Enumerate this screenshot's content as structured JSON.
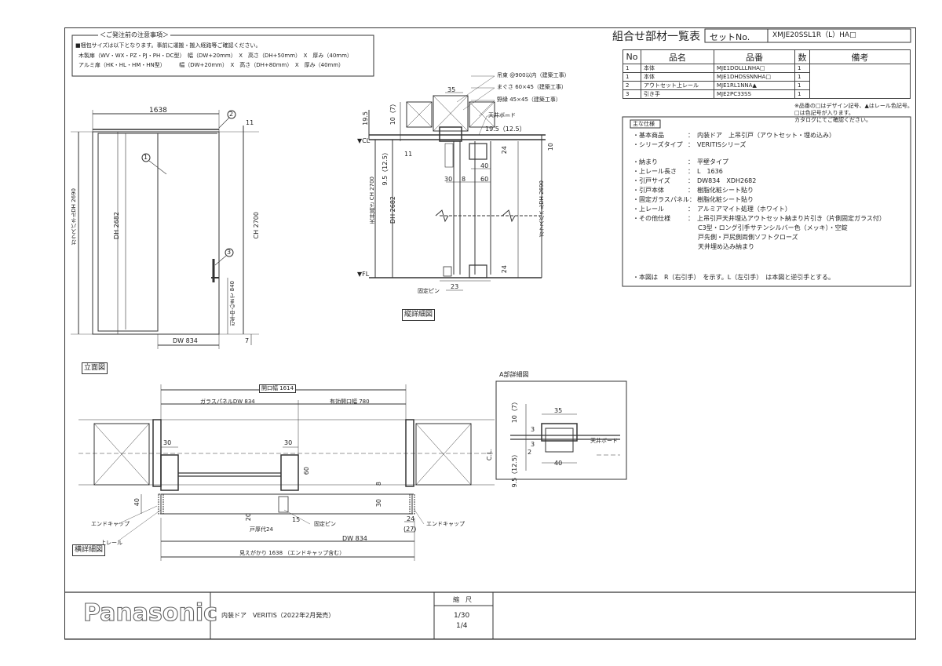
{
  "notice": {
    "header": "＜ご発注前の注意事項＞",
    "line1": "■梱包サイズは以下となります。事前に運搬・搬入経路等ご確認ください。",
    "line2": "木製扉（WV・WX・PZ・PJ・PH・DC型）　幅（DW+20mm）　X　高さ（DH+50mm）　X　厚み（40mm）",
    "line3": "アルミ扉（HK・HL・HM・HN型）　　　幅（DW+20mm）　X　高さ（DH+80mm）　X　厚み（40mm）"
  },
  "parts_header": {
    "title": "組合せ部材一覧表",
    "set_label": "セットNo.",
    "set_no": "XMJE20SSL1R（L）HA□"
  },
  "parts_table": {
    "columns": [
      "No",
      "品名",
      "品番",
      "数",
      "備考"
    ],
    "rows": [
      {
        "no": "1",
        "name": "本体",
        "code": "MJE1DOLLLNHA□",
        "qty": "1"
      },
      {
        "no": "1",
        "name": "本体",
        "code": "MJE1DHDSSNNHA□",
        "qty": "1"
      },
      {
        "no": "2",
        "name": "アウトセット上レール",
        "code": "MJE1RL1NNA▲",
        "qty": "1"
      },
      {
        "no": "3",
        "name": "引き手",
        "code": "MJE2PC33SS",
        "qty": "1"
      }
    ],
    "remark": "※品番の□はデザイン記号、▲はレール色記号。\n□は色記号が入ります。\nカタログにてご確認ください。"
  },
  "spec": {
    "heading": "主な仕様",
    "items": [
      {
        "label": "・基本商品",
        "value": "：　内装ドア　上吊引戸（アウトセット・埋め込み）"
      },
      {
        "label": "・シリーズタイプ",
        "value": "：　VERITISシリーズ"
      },
      {
        "label": "・納まり",
        "value": "：　平壁タイプ"
      },
      {
        "label": "・上レール長さ",
        "value": "：　L　1636"
      },
      {
        "label": "・引戸サイズ",
        "value": "：　DW834　XDH2682"
      },
      {
        "label": "・引戸本体",
        "value": "：　樹脂化粧シート貼り"
      },
      {
        "label": "・固定ガラスパネル：",
        "value": "樹脂化粧シート貼り"
      },
      {
        "label": "・上レール",
        "value": "：　アルミアマイト処理（ホワイト）"
      },
      {
        "label": "・その他仕様",
        "value": "：　上吊引戸天井埋込アウトセット納まり片引き（片側固定ガラス付）"
      }
    ],
    "extra": [
      "C3型・ロング引手サテンシルバー色（メッキ）・空錠",
      "戸先側・戸尻側両側ソフトクローズ",
      "天井埋め込み納まり"
    ],
    "note": "・本図は　R（右引手）　を示す。L（左引手）　は本図と逆引手とする。"
  },
  "elevation": {
    "label": "立面図",
    "dim_top": "1638",
    "dim_11": "11",
    "dim_dh": "DH 2682",
    "dim_ch": "CH 2700",
    "dim_glass": "ガラスパネルDH 2690",
    "dim_dw": "DW 834",
    "dim_7": "7",
    "dim_handle": "引手中心まで 840",
    "callouts": [
      "1",
      "2",
      "3"
    ]
  },
  "vertical": {
    "label": "縦詳細図",
    "notes": [
      "吊束 @900以内（建築工事）",
      "まぐさ 60×45（建築工事）",
      "野縁 45×45（建築工事）",
      "天井ボード"
    ],
    "dims": [
      "35",
      "19.5",
      "19.5（12.5）",
      "10（7）",
      "9.5（12.5）",
      "11",
      "40",
      "30",
      "8",
      "60",
      "24",
      "DH 2682",
      "天井高さ CH 2700",
      "ガラスパネルDH 2690",
      "10",
      "23",
      "24"
    ],
    "cl": "▼CL",
    "fl": "▼FL",
    "pin": "固定ピン"
  },
  "horizontal": {
    "label": "横詳細図",
    "dims": [
      "開口幅 1614",
      "ガラスパネルDW 834",
      "有効開口幅 780",
      "30",
      "30",
      "60",
      "40",
      "20",
      "戸厚代24",
      "15",
      "8",
      "30",
      "24",
      "(27)",
      "DW 834",
      "見えがかり 1638 （エンドキャップ含む）"
    ],
    "endcap_left": "エンドキャップ",
    "endcap_right": "エンドキャップ",
    "rail": "上レール",
    "pin": "固定ピン"
  },
  "detail_a": {
    "label": "A部詳細図",
    "dims": [
      "35",
      "10（7）",
      "3",
      "3",
      "2",
      "9.5（12.5）",
      "40"
    ],
    "cl": "C.L.",
    "board": "天井ボード"
  },
  "footer": {
    "logo": "Panasonic",
    "product": "内装ドア　VERITIS（2022年2月発売）",
    "scale_label": "縮　尺",
    "scale1": "1/30",
    "scale2": "1/4"
  }
}
